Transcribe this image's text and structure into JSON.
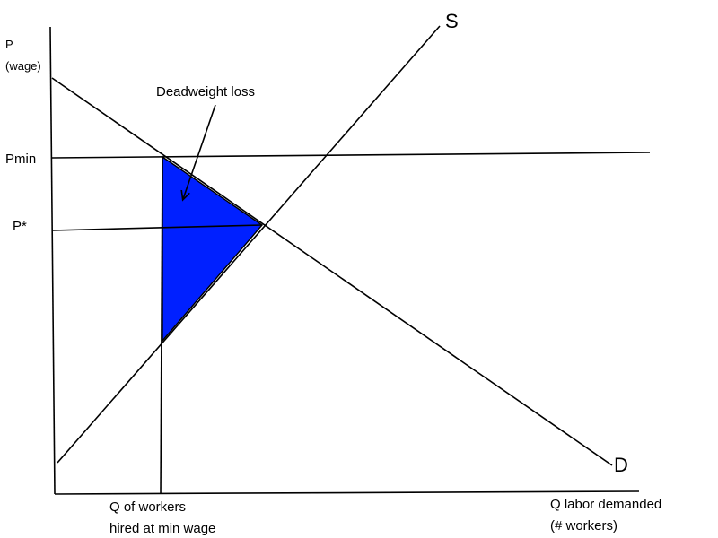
{
  "y_axis_label_line1": "P",
  "y_axis_label_line2": "(wage)",
  "x_axis_label_line1": "Q labor demanded",
  "x_axis_label_line2": "(# workers)",
  "price_floor_label": "Pmin",
  "equilibrium_price_label": "P*",
  "supply_label": "S",
  "demand_label": "D",
  "deadweight_loss_label": "Deadweight loss",
  "quantity_min_wage_label_line1": "Q of workers",
  "quantity_min_wage_label_line2": "hired at min wage",
  "colors": {
    "deadweight_loss_fill": "#0020ff",
    "lines": "#000000",
    "background": "#ffffff"
  }
}
